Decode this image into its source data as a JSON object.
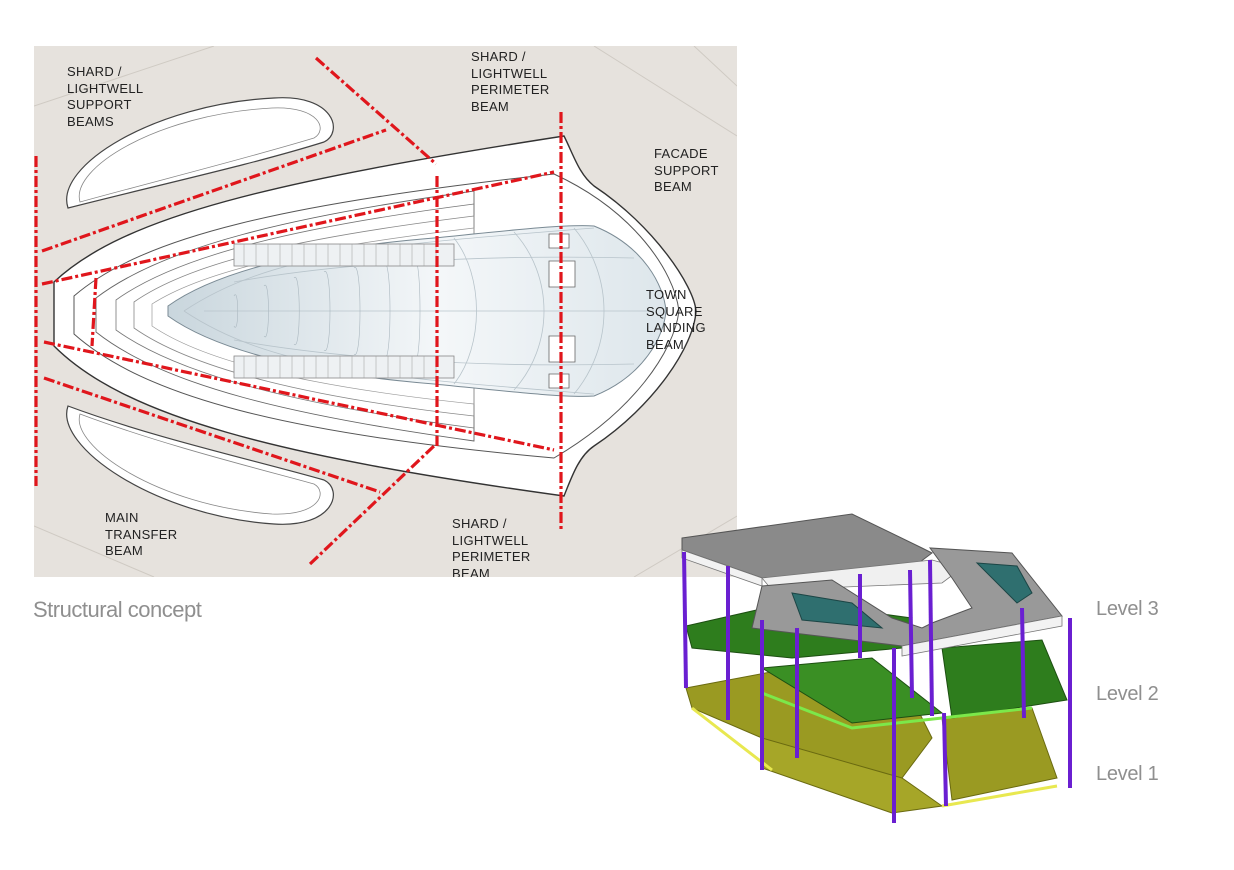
{
  "plan": {
    "labels": {
      "shard_support": "SHARD /\nLIGHTWELL\nSUPPORT\nBEAMS",
      "shard_perimeter_top": "SHARD /\nLIGHTWELL\nPERIMETER\nBEAM",
      "facade_support": "FACADE\nSUPPORT\nBEAM",
      "town_square": "TOWN\nSQUARE\nLANDING\nBEAM",
      "main_transfer": "MAIN\nTRANSFER\nBEAM",
      "shard_perimeter_bottom": "SHARD /\nLIGHTWELL\nPERIMETER\nBEAM"
    },
    "colors": {
      "background": "#e6e2dd",
      "beam": "#e0161c",
      "glass": "#dfe9ee"
    }
  },
  "caption": "Structural concept",
  "levels": [
    "Level 3",
    "Level 2",
    "Level 1"
  ],
  "colors": {
    "level3": "#8a8a8a",
    "level2": "#2e7d1d",
    "level1": "#8c8c1a",
    "column": "#6a1fd1"
  }
}
